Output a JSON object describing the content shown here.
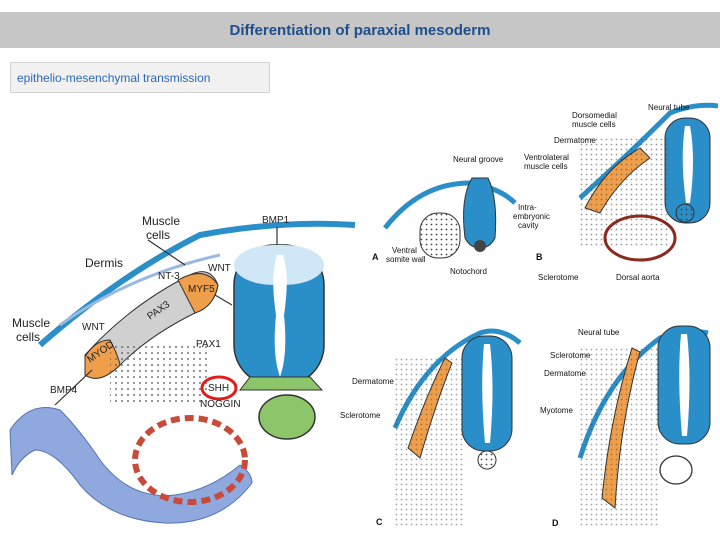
{
  "header": {
    "title": "Differentiation of paraxial mesoderm"
  },
  "subtitle": "epithelio-mesenchymal transmission",
  "left_panel": {
    "labels": {
      "muscle_cells_top": [
        "Muscle",
        "cells"
      ],
      "dermis": "Dermis",
      "muscle_cells_left": [
        "Muscle",
        "cells"
      ],
      "bmp4": "BMP4",
      "bmp1": "BMP1",
      "nt3": "NT-3",
      "wnt_top": "WNT",
      "myf5": "MYF5",
      "pax3": "PAX3",
      "wnt_left": "WNT",
      "myod": "MYOD",
      "pax1": "PAX1",
      "shh": "SHH",
      "noggin": "NOGGIN"
    }
  },
  "right_panels": {
    "a": {
      "letter": "A",
      "labels": {
        "neural_groove": "Neural groove",
        "ventral_somite_wall": [
          "Ventral",
          "somite wall"
        ],
        "notochord": "Notochord"
      }
    },
    "b": {
      "letter": "B",
      "labels": {
        "neural_tube": "Neural tube",
        "dorsomedial": [
          "Dorsomedial",
          "muscle cells"
        ],
        "dermatome": "Dermatome",
        "ventrolateral": [
          "Ventrolateral",
          "muscle cells"
        ],
        "intraembryonic": [
          "Intra-",
          "embryonic",
          "cavity"
        ],
        "sclerotome": "Sclerotome",
        "dorsal_aorta": "Dorsal aorta"
      }
    },
    "c": {
      "letter": "C",
      "labels": {
        "dermatome": "Dermatome",
        "sclerotome": "Sclerotome"
      }
    },
    "d": {
      "letter": "D",
      "labels": {
        "neural_tube": "Neural tube",
        "sclerotome": "Sclerotome",
        "dermatome": "Dermatome",
        "myotome": "Myotome"
      }
    }
  },
  "colors": {
    "title": "#1f4e8c",
    "subtitle": "#2e69b3",
    "neural_tube": "#2a8ec9",
    "dermamyotome": "#ef9f4a",
    "notochord": "#8dc66a",
    "ectoderm": "#6f93cf",
    "highlight": "#e21b1b"
  }
}
